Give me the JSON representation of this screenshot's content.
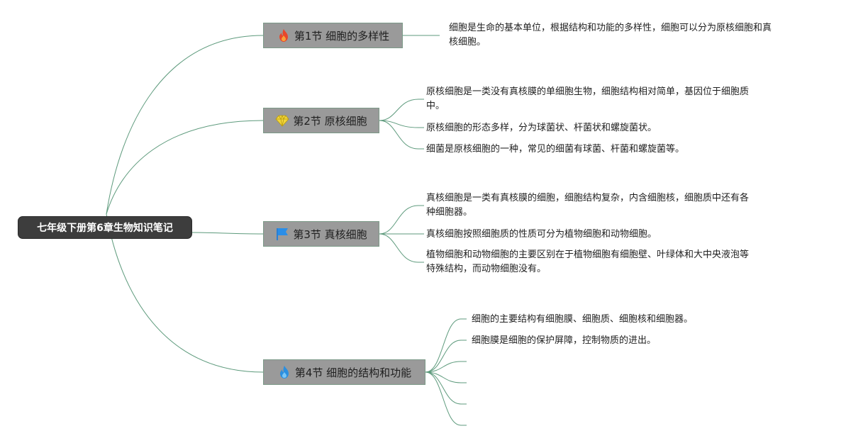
{
  "root": {
    "label": "七年级下册第6章生物知识笔记"
  },
  "colors": {
    "connector": "#5d9a7c",
    "root_bg": "#3d3d3d",
    "topic_bg": "#9a9a9a"
  },
  "topics": [
    {
      "label": "第1节 细胞的多样性",
      "icon": "fire-red-icon",
      "notes": [
        [
          "细胞是生命的基本单位，根据结构和功能的多样性，细胞可以分为原核细胞和真",
          "核细胞。"
        ]
      ]
    },
    {
      "label": "第2节 原核细胞",
      "icon": "diamond-icon",
      "notes": [
        [
          "原核细胞是一类没有真核膜的单细胞生物，细胞结构相对简单，基因位于细胞质",
          "中。"
        ],
        [
          "原核细胞的形态多样，分为球菌状、杆菌状和螺旋菌状。"
        ],
        [
          "细菌是原核细胞的一种，常见的细菌有球菌、杆菌和螺旋菌等。"
        ]
      ]
    },
    {
      "label": "第3节 真核细胞",
      "icon": "flag-icon",
      "notes": [
        [
          "真核细胞是一类有真核膜的细胞，细胞结构复杂，内含细胞核，细胞质中还有各",
          "种细胞器。"
        ],
        [
          "真核细胞按照细胞质的性质可分为植物细胞和动物细胞。"
        ],
        [
          "植物细胞和动物细胞的主要区别在于植物细胞有细胞壁、叶绿体和大中央液泡等",
          "特殊结构，而动物细胞没有。"
        ]
      ]
    },
    {
      "label": "第4节 细胞的结构和功能",
      "icon": "fire-blue-icon",
      "notes": [
        [
          "细胞的主要结构有细胞膜、细胞质、细胞核和细胞器。"
        ],
        [
          "细胞膜是细胞的保护屏障，控制物质的进出。"
        ],
        [],
        [],
        [],
        []
      ]
    }
  ]
}
